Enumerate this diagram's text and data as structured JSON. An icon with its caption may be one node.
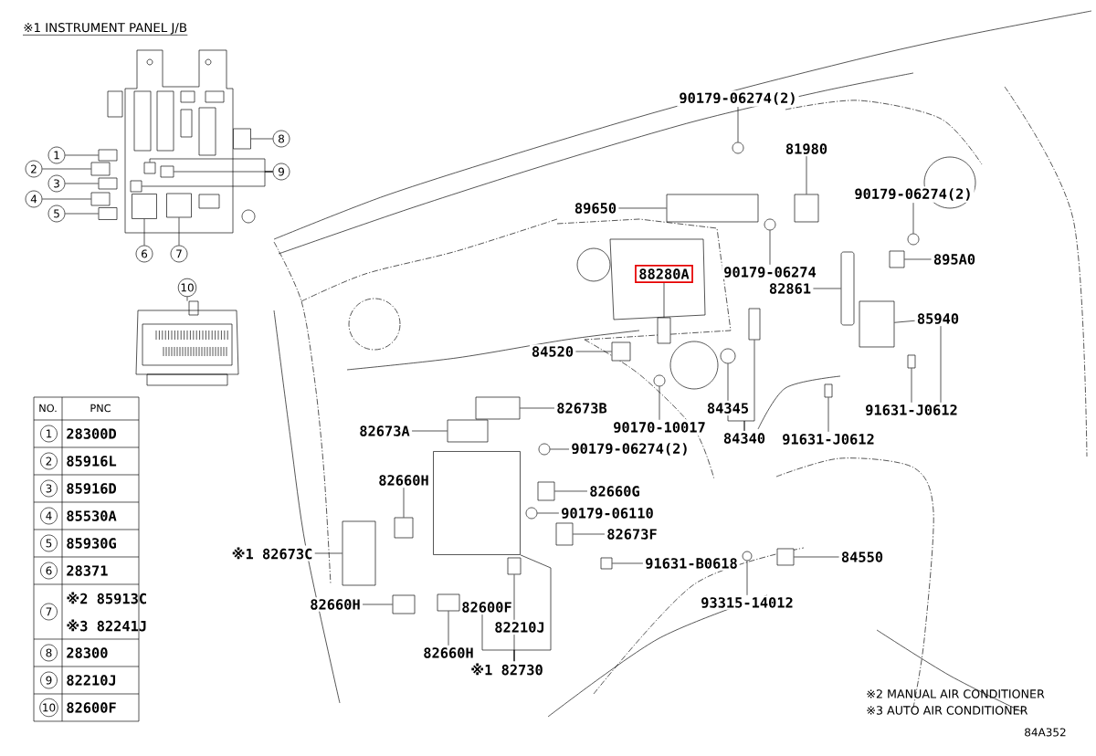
{
  "diagram": {
    "nodes": [
      {
        "text": [
          "1"
        ]
      },
      {
        "text": [
          "2"
        ]
      },
      {
        "text": [
          "3"
        ]
      },
      {
        "text": [
          "4"
        ]
      },
      {
        "text": [
          "5"
        ]
      },
      {
        "text": [
          "6"
        ]
      },
      {
        "text": [
          "7"
        ]
      },
      {
        "text": [
          "8"
        ]
      },
      {
        "text": [
          "9"
        ]
      },
      {
        "text": [
          "10"
        ]
      },
      {
        "text": [
          "90179-06274(2)"
        ]
      },
      {
        "text": [
          "81980"
        ]
      },
      {
        "text": [
          "89650"
        ]
      },
      {
        "text": [
          "90179-06274(2)"
        ]
      },
      {
        "text": [
          "90179-06274"
        ]
      },
      {
        "text": [
          "88280A"
        ]
      },
      {
        "text": [
          "895A0"
        ]
      },
      {
        "text": [
          "82861"
        ]
      },
      {
        "text": [
          "85940"
        ]
      },
      {
        "text": [
          "84520"
        ]
      },
      {
        "text": [
          "91631-J0612"
        ]
      },
      {
        "text": [
          "84345"
        ]
      },
      {
        "text": [
          "84340"
        ]
      },
      {
        "text": [
          "90170-10017"
        ]
      },
      {
        "text": [
          "91631-J0612"
        ]
      },
      {
        "text": [
          "82673B"
        ]
      },
      {
        "text": [
          "82673A"
        ]
      },
      {
        "text": [
          "90179-06274(2)"
        ]
      },
      {
        "text": [
          "82660H"
        ]
      },
      {
        "text": [
          "82660G"
        ]
      },
      {
        "text": [
          "90179-06110"
        ]
      },
      {
        "text": [
          "82673F"
        ]
      },
      {
        "text": [
          "91631-B0618"
        ]
      },
      {
        "text": [
          "※1 82673C"
        ]
      },
      {
        "text": [
          "84550"
        ]
      },
      {
        "text": [
          "93315-14012"
        ]
      },
      {
        "text": [
          "82660H"
        ]
      },
      {
        "text": [
          "82600F"
        ]
      },
      {
        "text": [
          "82210J"
        ]
      },
      {
        "text": [
          "82660H"
        ]
      },
      {
        "text": [
          "※1 82730"
        ]
      },
      {
        "text": [],
        "shape": "box"
      },
      {
        "text": [],
        "shape": "box"
      },
      {
        "text": [],
        "shape": "box"
      },
      {
        "text": [],
        "shape": "box"
      },
      {
        "text": [],
        "shape": "box"
      },
      {
        "text": [],
        "shape": "box"
      },
      {
        "text": [],
        "shape": "box"
      },
      {
        "text": [],
        "shape": "box"
      },
      {
        "text": [],
        "shape": "box"
      },
      {
        "text": [],
        "shape": "box"
      },
      {
        "text": [],
        "shape": "box"
      },
      {
        "text": [],
        "shape": "picture"
      },
      {
        "text": [],
        "shape": "circle"
      },
      {
        "text": [],
        "shape": "box"
      },
      {
        "text": [],
        "shape": "box"
      },
      {
        "text": [],
        "shape": "circle"
      },
      {
        "text": [],
        "shape": "circle"
      },
      {
        "text": [],
        "shape": "box"
      },
      {
        "text": [],
        "shape": "box"
      },
      {
        "text": [],
        "shape": "bar"
      },
      {
        "text": [],
        "shape": "box"
      },
      {
        "text": [],
        "shape": "box"
      },
      {
        "text": [],
        "shape": "box"
      },
      {
        "text": [],
        "shape": "circle"
      },
      {
        "text": [],
        "shape": "box"
      },
      {
        "text": [],
        "shape": "circle"
      },
      {
        "text": [],
        "shape": "box"
      },
      {
        "text": [],
        "shape": "box"
      },
      {
        "text": [],
        "shape": "box"
      },
      {
        "text": [],
        "shape": "circle"
      },
      {
        "text": [],
        "shape": "box"
      },
      {
        "text": [],
        "shape": "box"
      },
      {
        "text": [],
        "shape": "circle"
      },
      {
        "text": [],
        "shape": "box"
      },
      {
        "text": [],
        "shape": "box"
      },
      {
        "text": [],
        "shape": "box"
      },
      {
        "text": [],
        "shape": "box"
      },
      {
        "text": [],
        "shape": "circle"
      },
      {
        "text": [],
        "shape": "box"
      },
      {
        "text": [],
        "shape": "box"
      },
      {
        "text": [],
        "shape": "box"
      },
      {
        "text": [],
        "shape": "box"
      }
    ],
    "edges": [
      {
        "from": 0,
        "to": 41,
        "arrow": "none"
      },
      {
        "from": 1,
        "to": 42,
        "arrow": "none"
      },
      {
        "from": 2,
        "to": 43,
        "arrow": "none"
      },
      {
        "from": 3,
        "to": 44,
        "arrow": "none"
      },
      {
        "from": 4,
        "to": 45,
        "arrow": "none"
      },
      {
        "from": 5,
        "to": 46,
        "arrow": "none"
      },
      {
        "from": 6,
        "to": 47,
        "arrow": "none"
      },
      {
        "from": 7,
        "to": 48,
        "arrow": "none"
      },
      {
        "from": 8,
        "to": 49,
        "arrow": "none"
      },
      {
        "from": 8,
        "to": 50,
        "arrow": "none"
      },
      {
        "from": 8,
        "to": 51,
        "arrow": "none"
      },
      {
        "from": 9,
        "to": 52,
        "arrow": "none"
      },
      {
        "from": 10,
        "to": 53,
        "arrow": "none"
      },
      {
        "from": 11,
        "to": 54,
        "arrow": "none"
      },
      {
        "from": 12,
        "to": 55,
        "arrow": "none"
      },
      {
        "from": 13,
        "to": 56,
        "arrow": "none"
      },
      {
        "from": 14,
        "to": 57,
        "arrow": "none"
      },
      {
        "from": 15,
        "to": 58,
        "arrow": "none"
      },
      {
        "from": 16,
        "to": 59,
        "arrow": "none"
      },
      {
        "from": 17,
        "to": 60,
        "arrow": "none"
      },
      {
        "from": 18,
        "to": 61,
        "arrow": "none"
      },
      {
        "from": 18,
        "to": 20,
        "arrow": "none"
      },
      {
        "from": 19,
        "to": 62,
        "arrow": "none"
      },
      {
        "from": 20,
        "to": 63,
        "arrow": "none"
      },
      {
        "from": 21,
        "to": 64,
        "arrow": "none"
      },
      {
        "from": 22,
        "to": 21,
        "arrow": "none"
      },
      {
        "from": 22,
        "to": 65,
        "arrow": "none"
      },
      {
        "from": 23,
        "to": 66,
        "arrow": "none"
      },
      {
        "from": 24,
        "to": 67,
        "arrow": "none"
      },
      {
        "from": 25,
        "to": 68,
        "arrow": "none"
      },
      {
        "from": 26,
        "to": 69,
        "arrow": "none"
      },
      {
        "from": 27,
        "to": 70,
        "arrow": "none"
      },
      {
        "from": 28,
        "to": 71,
        "arrow": "none"
      },
      {
        "from": 29,
        "to": 72,
        "arrow": "none"
      },
      {
        "from": 30,
        "to": 73,
        "arrow": "none"
      },
      {
        "from": 31,
        "to": 74,
        "arrow": "none"
      },
      {
        "from": 32,
        "to": 75,
        "arrow": "none"
      },
      {
        "from": 33,
        "to": 76,
        "arrow": "none"
      },
      {
        "from": 34,
        "to": 77,
        "arrow": "none"
      },
      {
        "from": 35,
        "to": 78,
        "arrow": "none"
      },
      {
        "from": 36,
        "to": 79,
        "arrow": "none"
      },
      {
        "from": 38,
        "to": 80,
        "arrow": "none"
      },
      {
        "from": 39,
        "to": 81,
        "arrow": "none"
      },
      {
        "from": 40,
        "to": 37,
        "arrow": "none"
      },
      {
        "from": 40,
        "to": 38,
        "arrow": "none"
      },
      {
        "from": 40,
        "to": 82,
        "arrow": "none"
      }
    ],
    "labels": [
      "※1 INSTRUMENT PANEL J/B",
      "NO.",
      "PNC",
      "1",
      "28300D",
      "2",
      "85916L",
      "3",
      "85916D",
      "4",
      "85530A",
      "5",
      "85930G",
      "6",
      "28371",
      "7",
      "※2 85913C",
      "※3 82241J",
      "8",
      "28300",
      "9",
      "82210J",
      "10",
      "82600F",
      "※2 MANUAL AIR CONDITIONER",
      "※3 AUTO AIR CONDITIONER",
      "84A352"
    ]
  }
}
